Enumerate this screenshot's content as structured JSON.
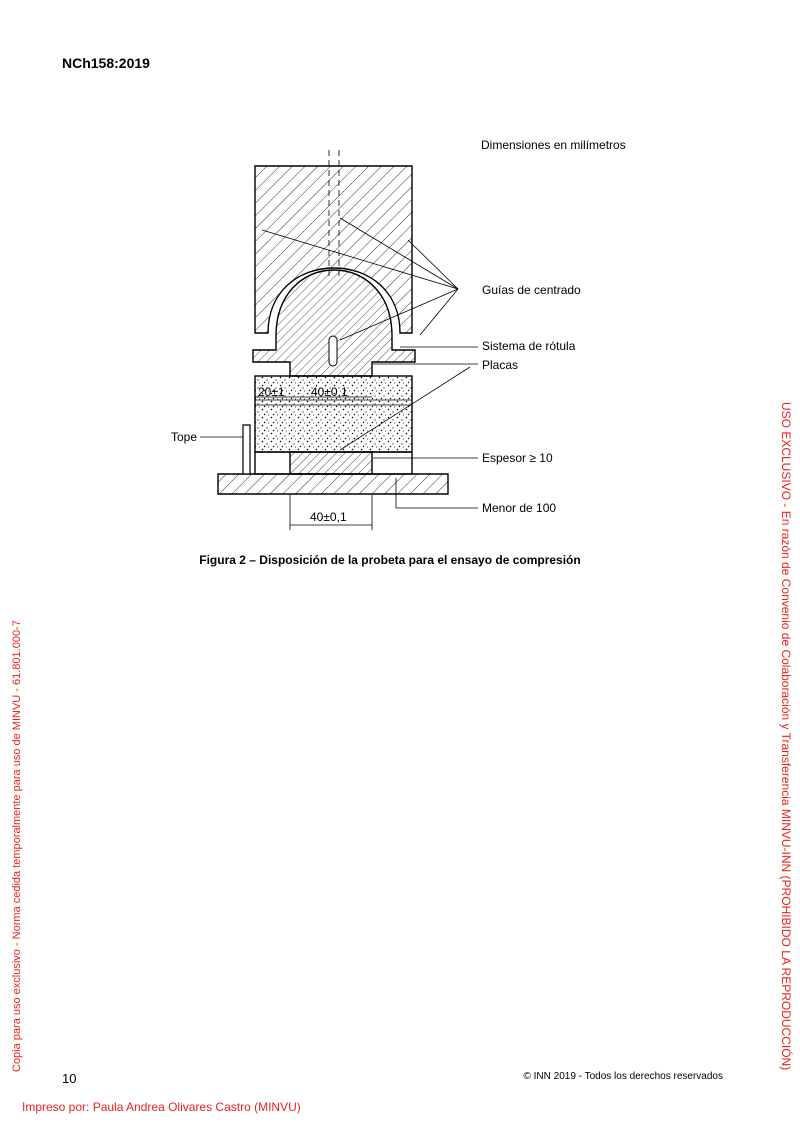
{
  "header": {
    "code": "NCh158:2019"
  },
  "figure": {
    "units_note": "Dimensiones en milímetros",
    "labels": {
      "guias": "Guías de centrado",
      "rotula": "Sistema de rótula",
      "placas": "Placas",
      "tope": "Tope",
      "espesor": "Espesor ≥ 10",
      "menor": "Menor de 100",
      "dim_20": "20±1",
      "dim_40_top": "40±0,1",
      "dim_40_bottom": "40±0,1"
    },
    "caption": "Figura 2 – Disposición de la probeta para el ensayo de compresión"
  },
  "footer": {
    "page_number": "10",
    "copyright": "© INN 2019 - Todos los derechos reservados",
    "printed_by": "Impreso por: Paula Andrea Olivares Castro (MINVU)"
  },
  "watermarks": {
    "left": "Copia para uso exclusivo - Norma cedida temporalmente para uso de MINVU - 61.801.000-7",
    "right": "USO EXCLUSIVO - En razón de Convenio de Colaboración y Transferencia MINVU-INN (PROHIBIDO LA REPRODUCCIÓN)"
  }
}
